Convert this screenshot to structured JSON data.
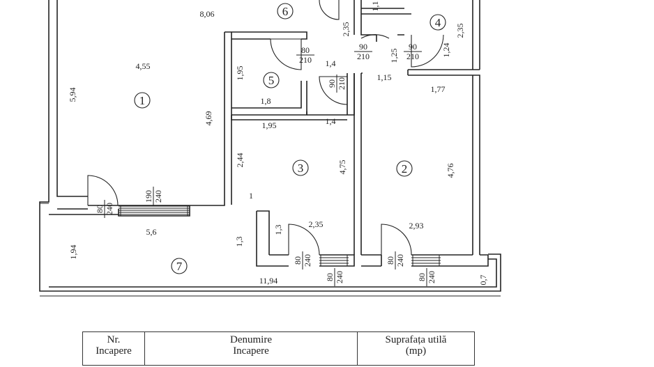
{
  "rooms": [
    {
      "number": "1"
    },
    {
      "number": "2"
    },
    {
      "number": "3"
    },
    {
      "number": "4"
    },
    {
      "number": "5"
    },
    {
      "number": "6"
    },
    {
      "number": "7"
    }
  ],
  "dimensions": {
    "top_806": "8,06",
    "r1_455": "4,55",
    "r1_594": "5,94",
    "r1_469": "4,69",
    "r6_235": "2,35",
    "r6_11": "1,1",
    "r4_235": "2,35",
    "r4_124": "1,24",
    "r4_125": "1,25",
    "r4_115": "1,15",
    "r4_177": "1,77",
    "r5_195v": "1,95",
    "r5_18": "1,8",
    "hall_14a": "1,4",
    "hall_14b": "1,4",
    "r3_195": "1,95",
    "r3_244": "2,44",
    "r3_475": "4,75",
    "r3_1": "1",
    "r3_13": "1,3",
    "r3_235": "2,35",
    "r2_476": "4,76",
    "r2_293": "2,93",
    "r7_56": "5,6",
    "r7_194": "1,94",
    "r7_13": "1,3",
    "r7_1194": "11,94",
    "r7_07": "0,7"
  },
  "openings": {
    "d_80_240_a": {
      "w": "80",
      "h": "240"
    },
    "d_190_240": {
      "w": "190",
      "h": "240"
    },
    "d_80_210_r5": {
      "w": "80",
      "h": "210"
    },
    "d_90_210_hall": {
      "w": "90",
      "h": "210"
    },
    "d_90_210_a": {
      "w": "90",
      "h": "210"
    },
    "d_90_210_b": {
      "w": "90",
      "h": "210"
    },
    "d_80_240_r3": {
      "w": "80",
      "h": "240"
    },
    "d_80_240_win": {
      "w": "80",
      "h": "240"
    },
    "d_80_240_r2": {
      "w": "80",
      "h": "240"
    },
    "d_80_240_r2b": {
      "w": "80",
      "h": "240"
    }
  },
  "legend": {
    "headers": {
      "nr": [
        "Nr.",
        "Incapere"
      ],
      "name": [
        "Denumire",
        "Incapere"
      ],
      "area": [
        "Suprafața utilă",
        "(mp)"
      ]
    }
  }
}
